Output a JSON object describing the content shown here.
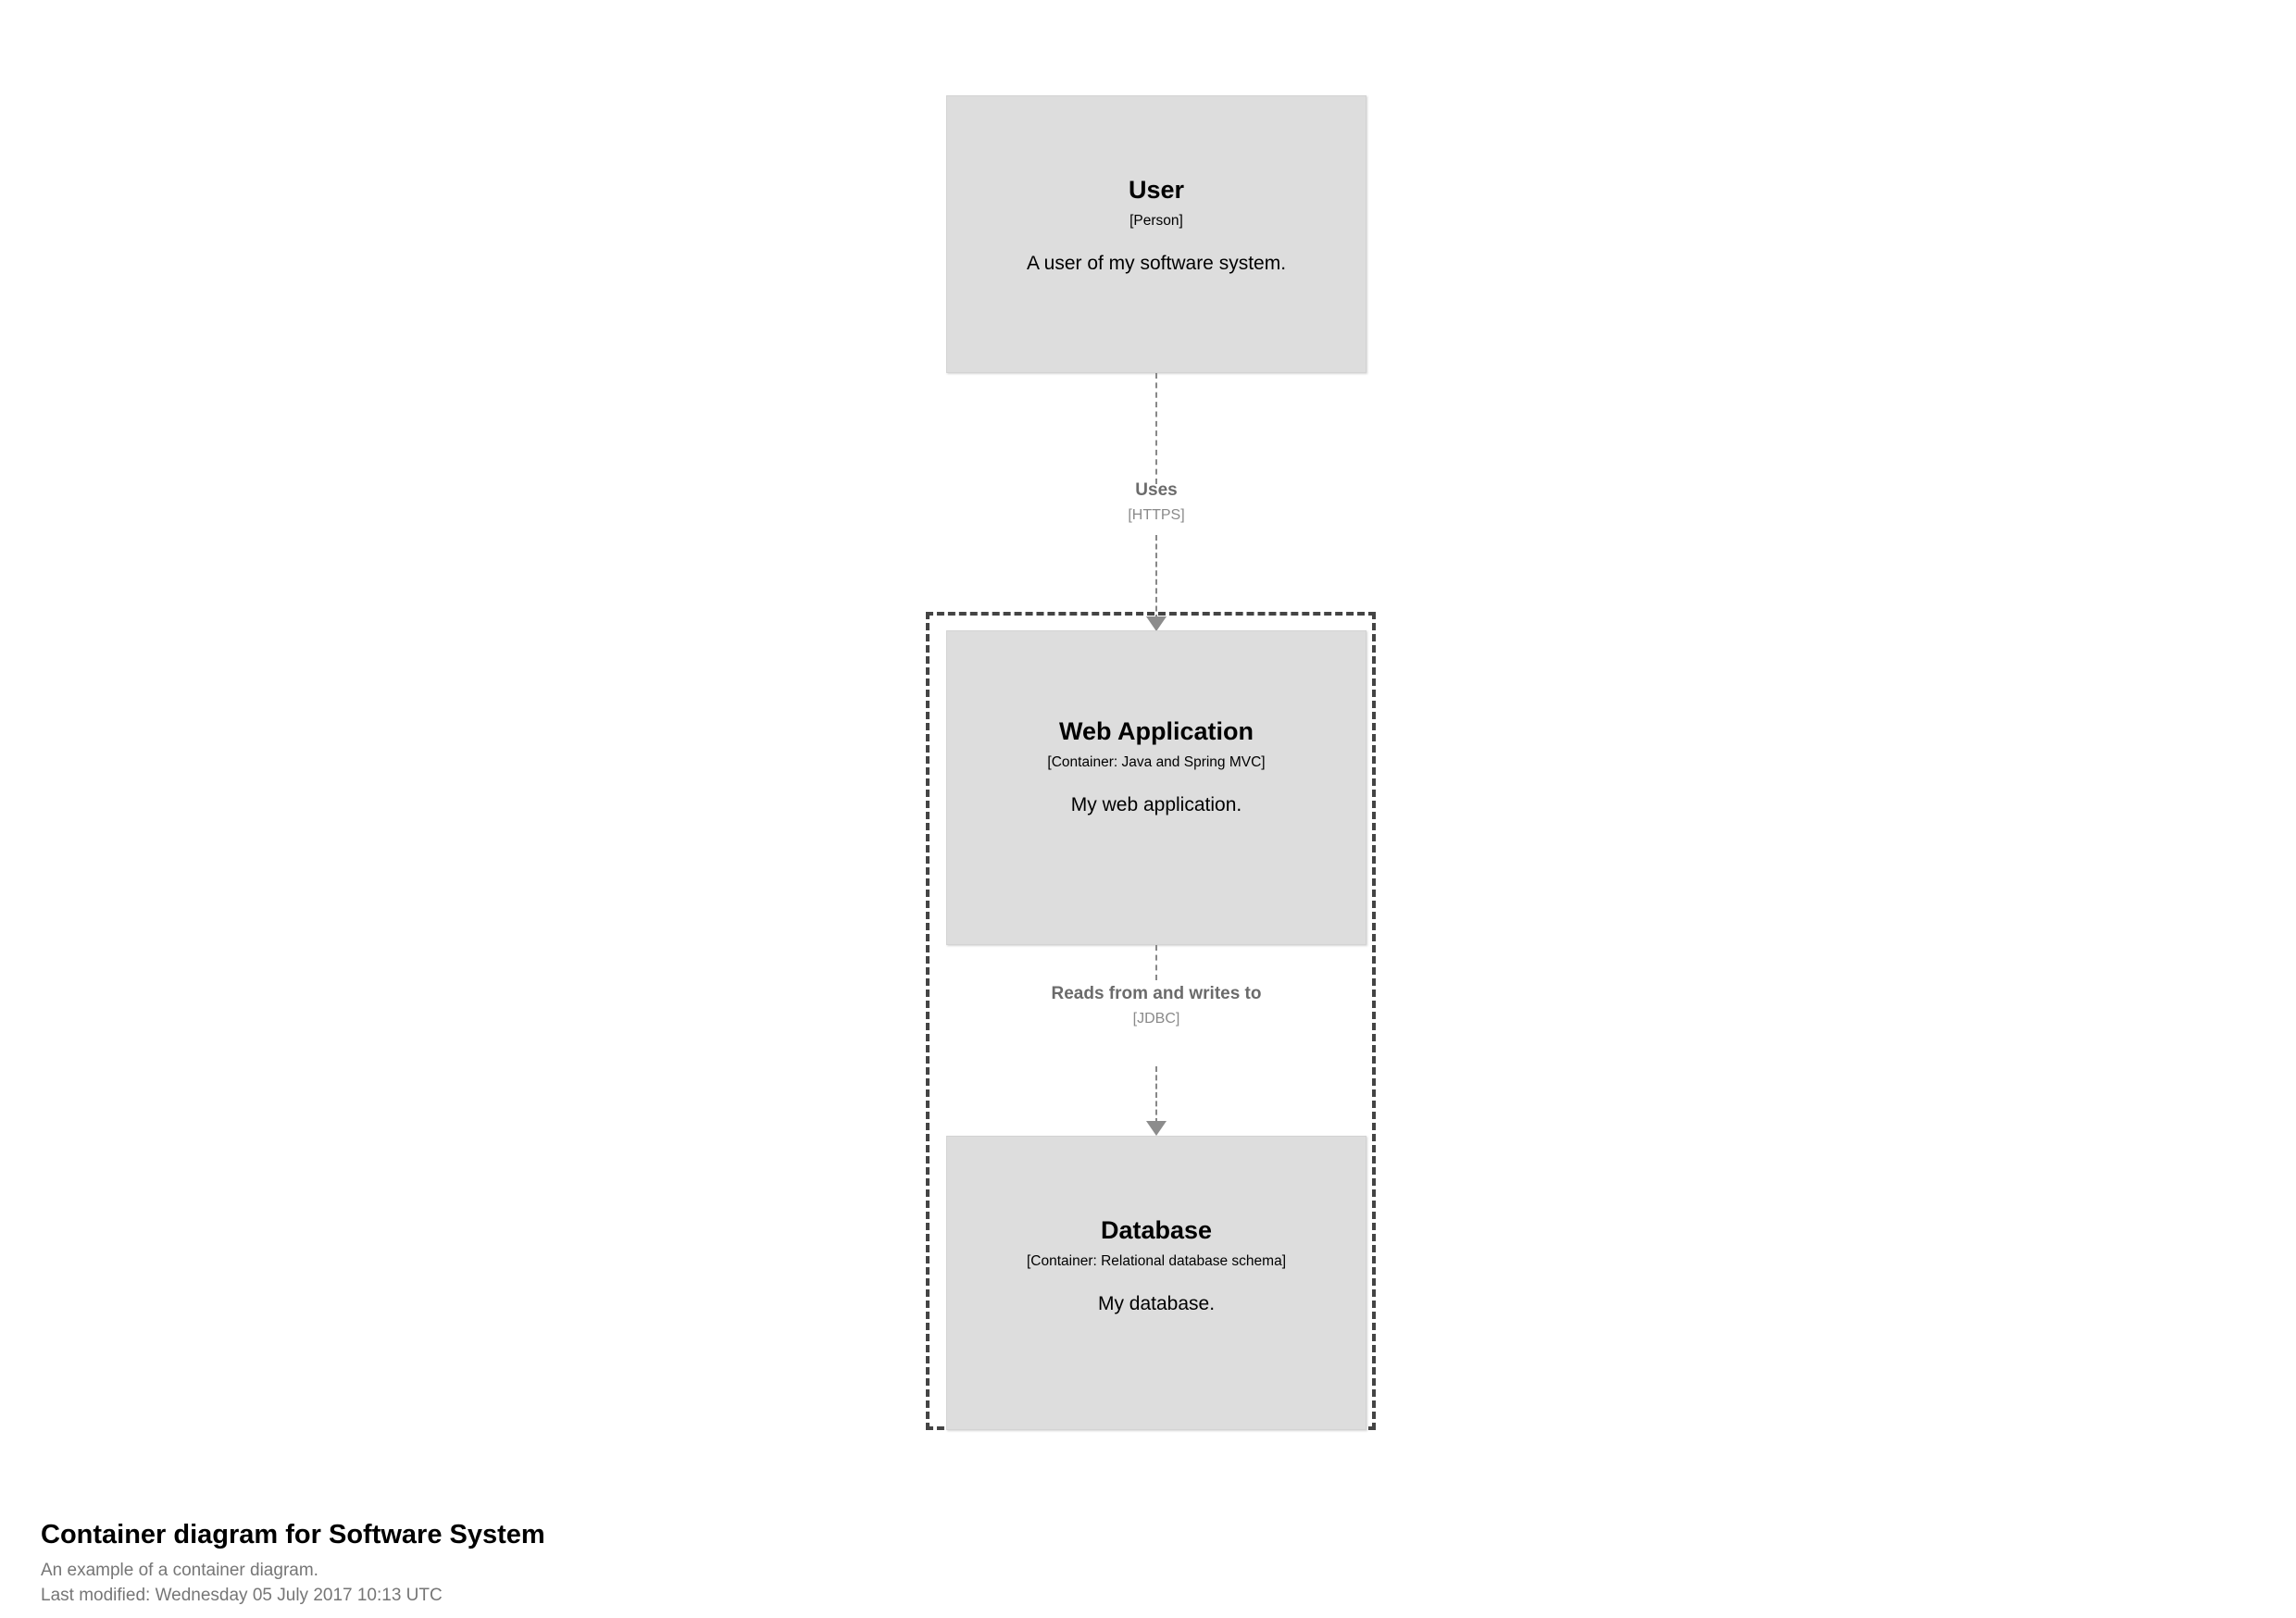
{
  "diagram": {
    "elements": [
      {
        "id": "user",
        "name": "User",
        "technology": "[Person]",
        "description": "A user of my software system."
      },
      {
        "id": "webapp",
        "name": "Web Application",
        "technology": "[Container: Java and Spring MVC]",
        "description": "My web application."
      },
      {
        "id": "database",
        "name": "Database",
        "technology": "[Container: Relational database schema]",
        "description": "My database."
      }
    ],
    "relationships": [
      {
        "id": "uses",
        "description": "Uses",
        "technology": "[HTTPS]"
      },
      {
        "id": "reads-writes",
        "description": "Reads from and writes to",
        "technology": "[JDBC]"
      }
    ],
    "boundary": {
      "label": ""
    },
    "caption": {
      "title": "Container diagram for Software System",
      "description": "An example of a container diagram.",
      "last_modified": "Last modified: Wednesday 05 July 2017 10:13 UTC"
    },
    "colors": {
      "element_fill": "#dddddd",
      "element_border": "#d3d3d3",
      "element_text": "#000000",
      "relationship_line": "#888888",
      "relationship_text": "#6b6b6b",
      "boundary_border": "#444444",
      "caption_title": "#000000",
      "caption_text": "#767676",
      "background": "#ffffff"
    }
  }
}
